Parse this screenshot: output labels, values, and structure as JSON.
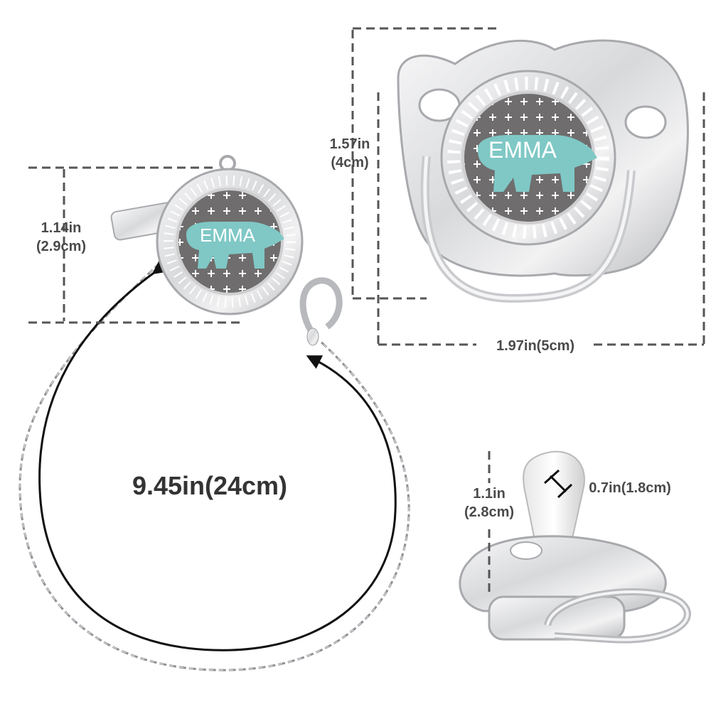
{
  "dimensions": {
    "clip_height_in": "1.14in",
    "clip_height_cm": "(2.9cm)",
    "chain_length": "9.45in(24cm)",
    "pacifier_height_in": "1.57in",
    "pacifier_height_cm": "(4cm)",
    "pacifier_width": "1.97in(5cm)",
    "nipple_height_in": "1.1in",
    "nipple_height_cm": "(2.8cm)",
    "nipple_width": "0.7in(1.8cm)"
  },
  "product": {
    "name_text": "EMMA"
  },
  "colors": {
    "label_text": "#4a4a4a",
    "dash_line": "#555555",
    "arrow": "#111111",
    "silver": "#d9dadc",
    "medallion_gray": "#6f6d6d",
    "bear_teal": "#7fc8c6",
    "cross_white": "#ffffff"
  }
}
